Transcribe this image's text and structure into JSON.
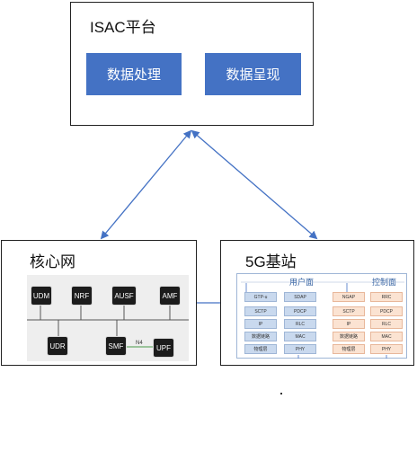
{
  "isac": {
    "title": "ISAC平台",
    "buttons": [
      "数据处理",
      "数据呈现"
    ]
  },
  "core": {
    "title": "核心网",
    "top_nodes": [
      "UDM",
      "NRF",
      "AUSF",
      "AMF"
    ],
    "bottom_nodes": [
      "UDR",
      "SMF",
      "UPF"
    ],
    "link_label": "N4"
  },
  "gnb": {
    "title": "5G基站",
    "user_plane_label": "用户面",
    "control_plane_label": "控制面",
    "user_plane_cells": [
      "GTP-u",
      "SDAP",
      "SCTP",
      "PDCP",
      "IP",
      "RLC",
      "数据链路",
      "MAC",
      "物理层",
      "PHY"
    ],
    "control_plane_cells": [
      "NGAP",
      "RRC",
      "SCTP",
      "PDCP",
      "IP",
      "RLC",
      "数据链路",
      "MAC",
      "物理层",
      "PHY"
    ]
  },
  "colors": {
    "button_blue": "#4472c4",
    "arrow_blue": "#4472c4",
    "user_plane": "#c9d9ee",
    "control_plane": "#fbe3d2"
  }
}
